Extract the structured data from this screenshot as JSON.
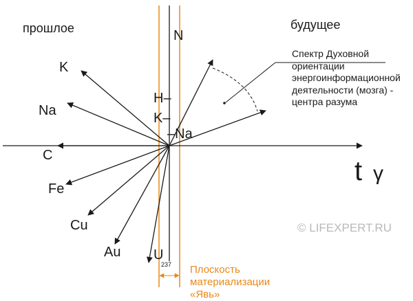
{
  "labels": {
    "past": "прошлое",
    "future": "будущее",
    "N": "N",
    "K": "K",
    "Na": "Na",
    "C": "C",
    "Fe": "Fe",
    "Cu": "Cu",
    "Au": "Au",
    "U": "U",
    "H_mark": "H–",
    "K_mark": "K–",
    "Na_mark": "–Na",
    "t": "t",
    "gamma": "γ",
    "width_value": "237"
  },
  "spectrum_text": [
    "Спектр Духовной",
    "ориентации",
    "энергоинформационной",
    "деятельности (мозга) -",
    "центра разума"
  ],
  "plane_text": [
    "Плоскость",
    "материализации",
    "«Явь»"
  ],
  "watermark": "© LIFEXPERT.RU",
  "colors": {
    "ink": "#1a1a1a",
    "plane": "#e8891a",
    "watermark": "#b9b9b9"
  }
}
